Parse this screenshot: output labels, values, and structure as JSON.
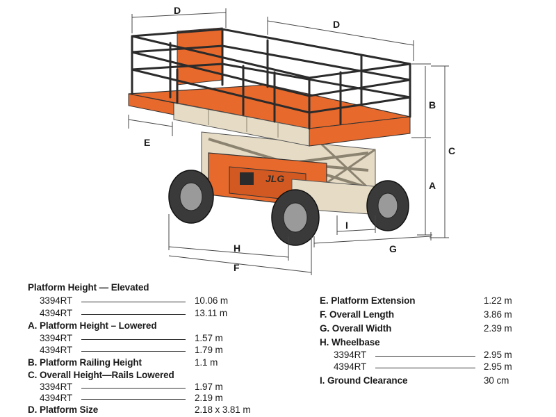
{
  "dimension_labels": {
    "a": "A",
    "b": "B",
    "c": "C",
    "d_left": "D",
    "d_right": "D",
    "e": "E",
    "f": "F",
    "g": "G",
    "h": "H",
    "i": "I"
  },
  "colors": {
    "orange": "#e8692c",
    "beige": "#e6dcc6",
    "rail": "#2b2b2b",
    "tire": "#3a3a3a"
  },
  "specs_left": {
    "elevated": {
      "title": "Platform Height — Elevated",
      "r1_model": "3394RT",
      "r1_value": "10.06 m",
      "r2_model": "4394RT",
      "r2_value": "13.11 m"
    },
    "lowered": {
      "title": "A. Platform Height – Lowered",
      "r1_model": "3394RT",
      "r1_value": "1.57 m",
      "r2_model": "4394RT",
      "r2_value": "1.79 m"
    },
    "railing": {
      "title": "B. Platform Railing Height",
      "value": "1.1 m"
    },
    "overall_height": {
      "title": "C. Overall Height—Rails Lowered",
      "r1_model": "3394RT",
      "r1_value": "1.97 m",
      "r2_model": "4394RT",
      "r2_value": "2.19 m"
    },
    "size": {
      "title": "D. Platform Size",
      "value": "2.18 x 3.81 m"
    }
  },
  "specs_right": {
    "extension": {
      "title": "E. Platform Extension",
      "value": "1.22 m"
    },
    "length": {
      "title": "F. Overall Length",
      "value": "3.86 m"
    },
    "width": {
      "title": "G. Overall Width",
      "value": "2.39 m"
    },
    "wheelbase": {
      "title": "H. Wheelbase",
      "r1_model": "3394RT",
      "r1_value": "2.95 m",
      "r2_model": "4394RT",
      "r2_value": "2.95 m"
    },
    "clearance": {
      "title": "I. Ground Clearance",
      "value": "30 cm"
    }
  }
}
